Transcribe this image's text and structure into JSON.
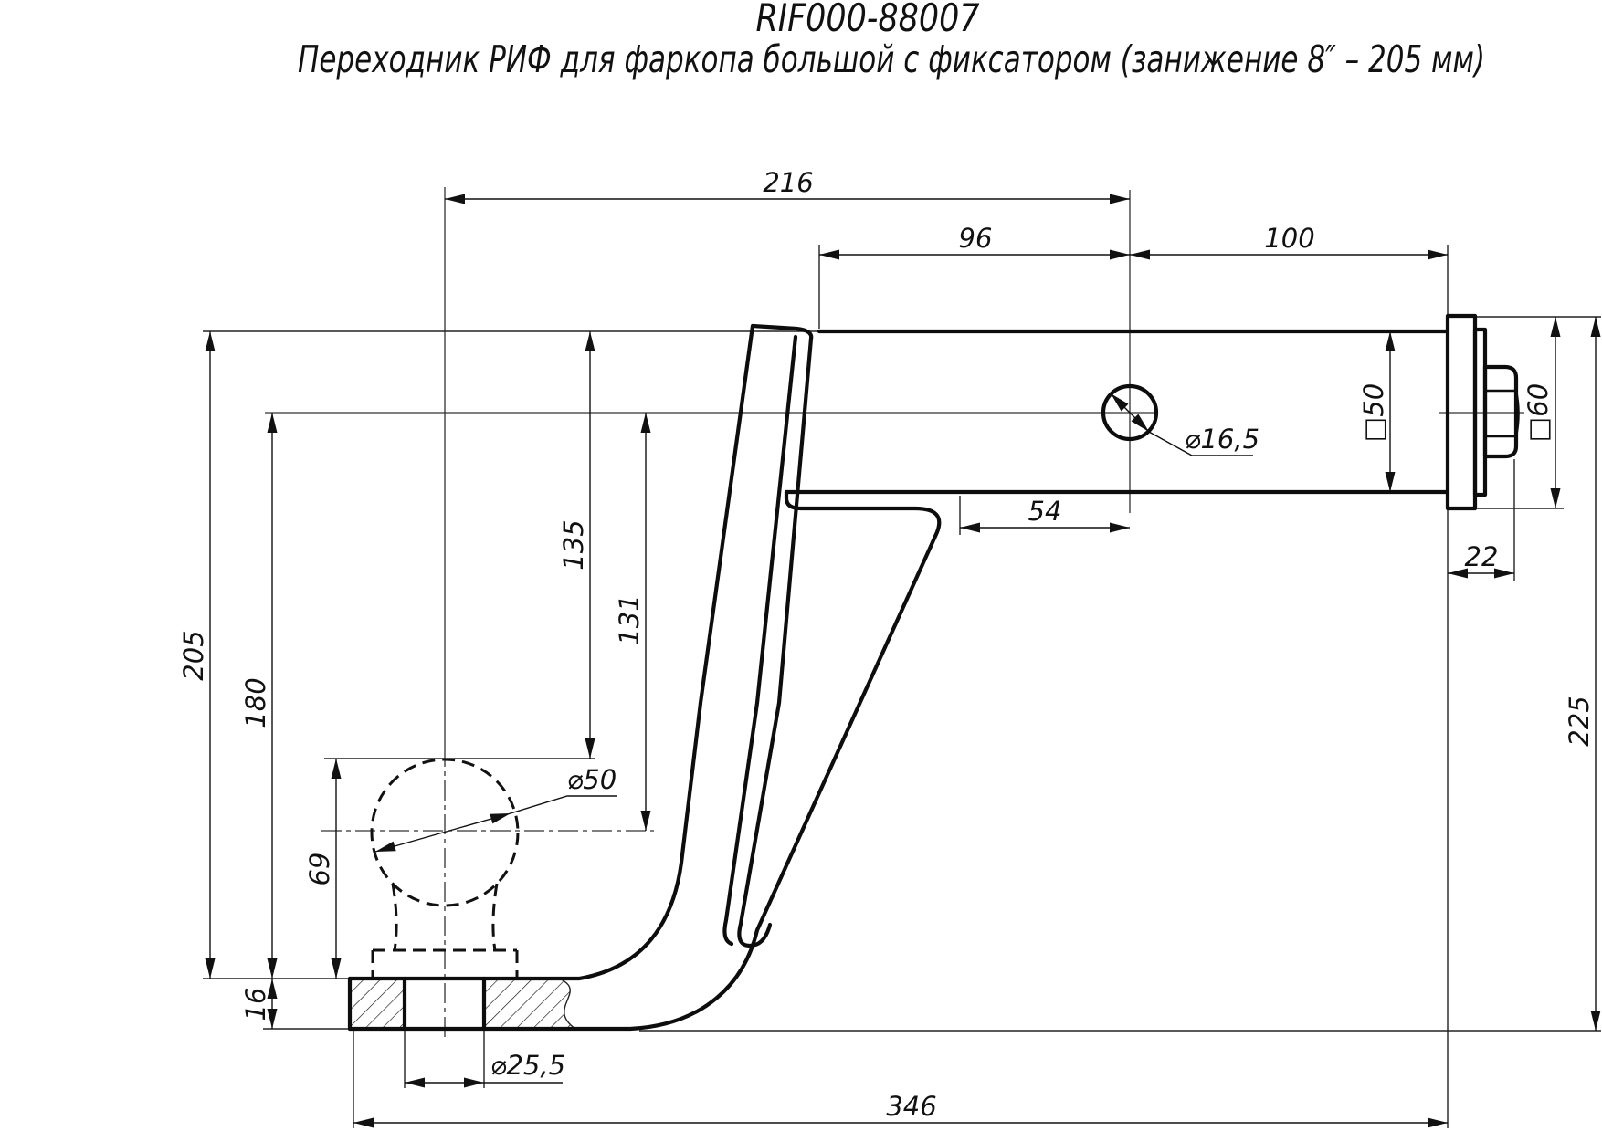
{
  "header": {
    "title": "RIF000-88007",
    "subtitle": "Переходник РИФ для фаркопа большой с фиксатором (занижение 8″ – 205 мм)"
  },
  "dims": {
    "d216": "216",
    "d96": "96",
    "d100": "100",
    "d54": "54",
    "d_hole": "⌀16,5",
    "d_sq50": "□50",
    "d_sq60": "□60",
    "d22": "22",
    "d225": "225",
    "d205": "205",
    "d180": "180",
    "d135": "135",
    "d131": "131",
    "d_ball": "⌀50",
    "d69": "69",
    "d16": "16",
    "d_plate_hole": "⌀25,5",
    "d346": "346"
  }
}
